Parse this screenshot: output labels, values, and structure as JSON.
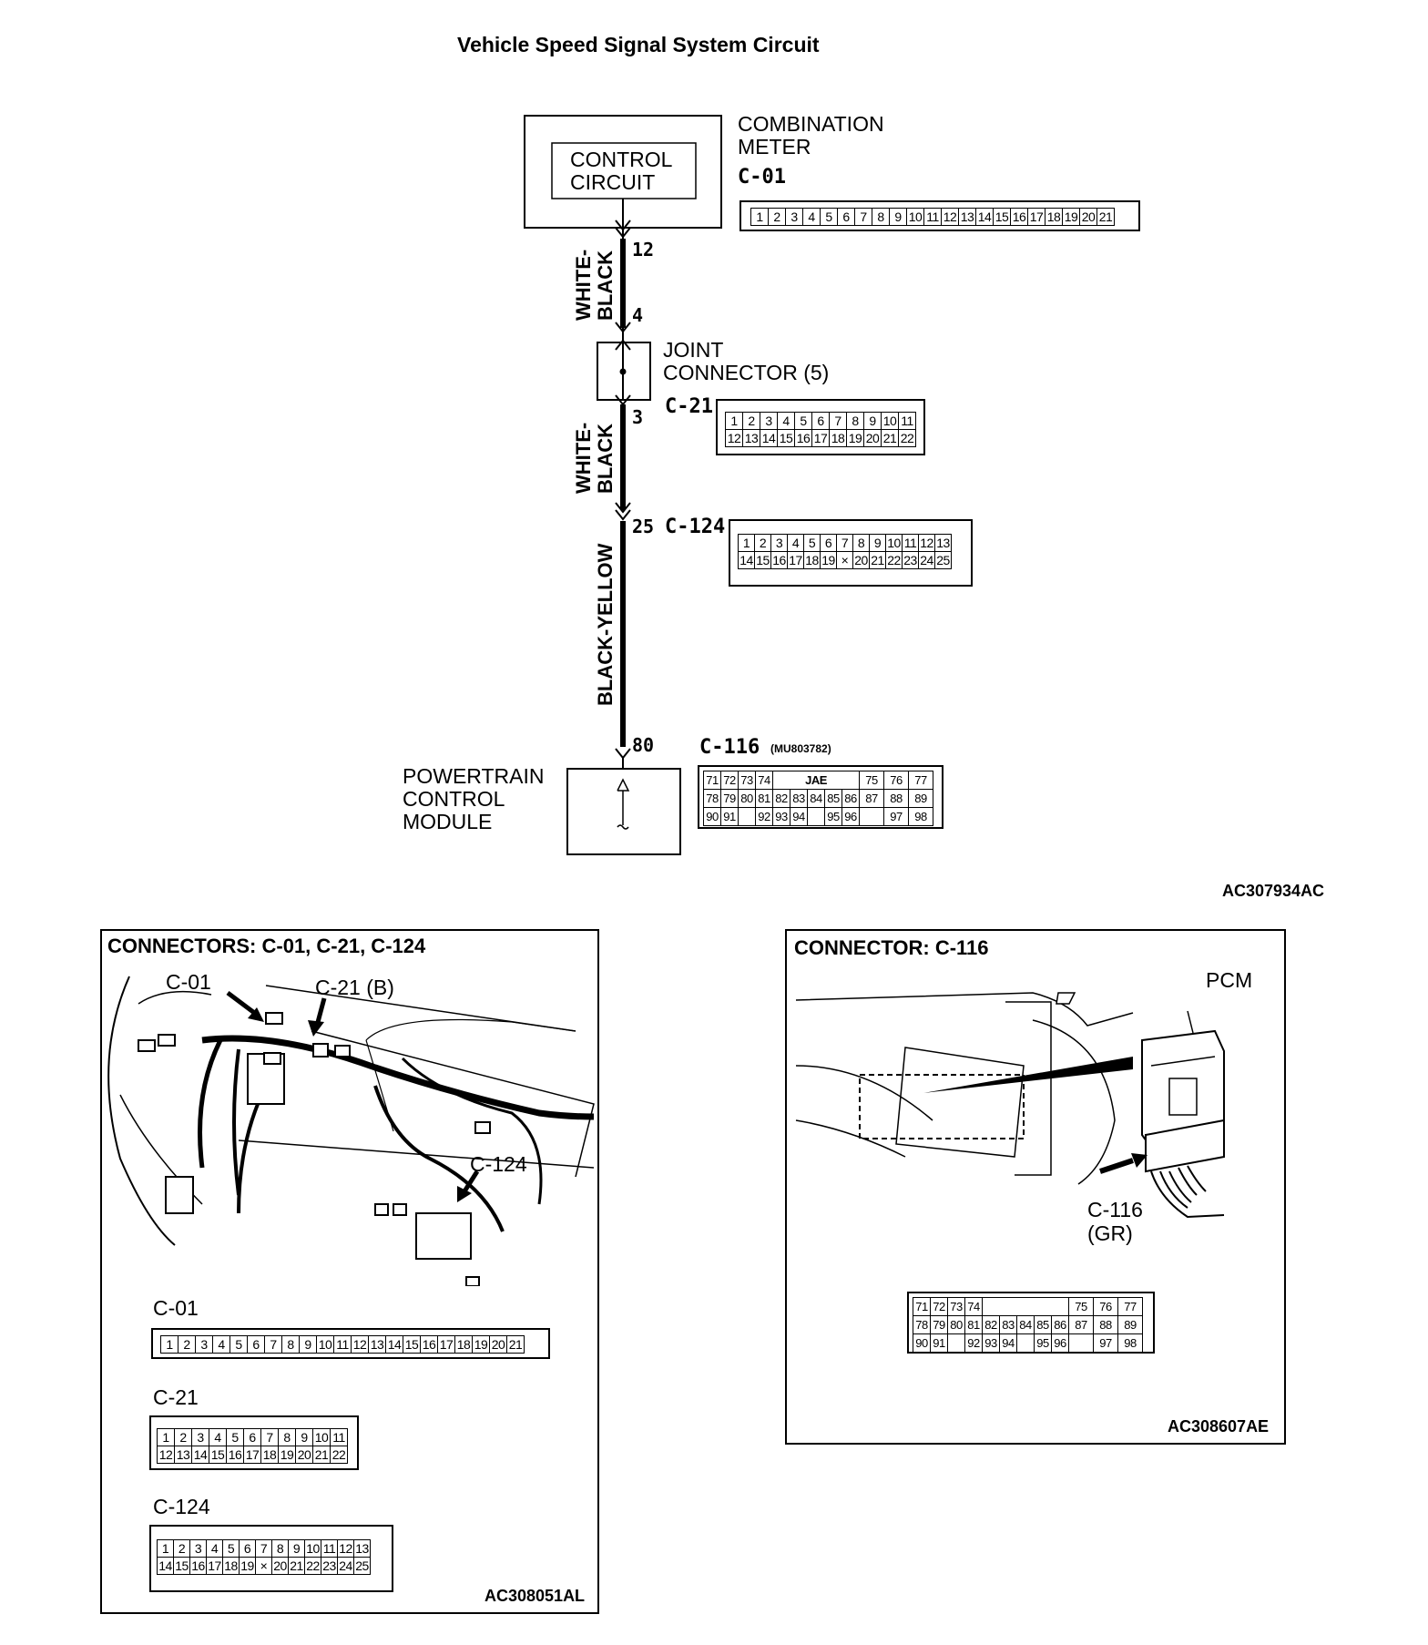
{
  "title": "Vehicle Speed Signal System Circuit",
  "combination_meter": {
    "name_line1": "COMBINATION",
    "name_line2": "METER",
    "code": "C-01",
    "inner_line1": "CONTROL",
    "inner_line2": "CIRCUIT",
    "pin_top": "12"
  },
  "wires": {
    "wire1_line1": "WHITE-",
    "wire1_line2": "BLACK",
    "wire2_line1": "WHITE-",
    "wire2_line2": "BLACK",
    "wire3": "BLACK-YELLOW"
  },
  "joint_connector": {
    "name_line1": "JOINT",
    "name_line2": "CONNECTOR (5)",
    "pin_in": "4",
    "pin_out": "3",
    "code": "C-21"
  },
  "c124": {
    "pin": "25",
    "code": "C-124"
  },
  "pcm": {
    "name_line1": "POWERTRAIN",
    "name_line2": "CONTROL",
    "name_line3": "MODULE",
    "pin": "80",
    "code": "C-116",
    "part_no": "(MU803782)",
    "jae": "JAE"
  },
  "c01_pins": [
    "1",
    "2",
    "3",
    "4",
    "5",
    "6",
    "7",
    "8",
    "9",
    "10",
    "11",
    "12",
    "13",
    "14",
    "15",
    "16",
    "17",
    "18",
    "19",
    "20",
    "21"
  ],
  "c21_row1": [
    "1",
    "2",
    "3",
    "4",
    "5",
    "6",
    "7",
    "8",
    "9",
    "10",
    "11"
  ],
  "c21_row2": [
    "12",
    "13",
    "14",
    "15",
    "16",
    "17",
    "18",
    "19",
    "20",
    "21",
    "22"
  ],
  "c124_row1": [
    "1",
    "2",
    "3",
    "4",
    "5",
    "6",
    "7",
    "8",
    "9",
    "10",
    "11",
    "12",
    "13"
  ],
  "c124_row2": [
    "14",
    "15",
    "16",
    "17",
    "18",
    "19",
    "×",
    "20",
    "21",
    "22",
    "23",
    "24",
    "25"
  ],
  "c116_row1": [
    "71",
    "72",
    "73",
    "74",
    "",
    "",
    "",
    "",
    "75",
    "76",
    "77"
  ],
  "c116_row2": [
    "78",
    "79",
    "80",
    "81",
    "82",
    "83",
    "84",
    "85",
    "86",
    "87",
    "88",
    "89"
  ],
  "c116_row3": [
    "90",
    "91",
    "",
    "92",
    "93",
    "94",
    "",
    "95",
    "96",
    "",
    "97",
    "98"
  ],
  "figure_code_top": "AC307934AC",
  "panel_left": {
    "heading": "CONNECTORS: C-01, C-21, C-124",
    "callout_c01": "C-01",
    "callout_c21": "C-21 (B)",
    "callout_c124": "C-124",
    "label_c01": "C-01",
    "label_c21": "C-21",
    "label_c124": "C-124",
    "figure_code": "AC308051AL"
  },
  "panel_right": {
    "heading": "CONNECTOR: C-116",
    "callout_pcm": "PCM",
    "callout_c116_line1": "C-116",
    "callout_c116_line2": "(GR)",
    "figure_code": "AC308607AE"
  }
}
